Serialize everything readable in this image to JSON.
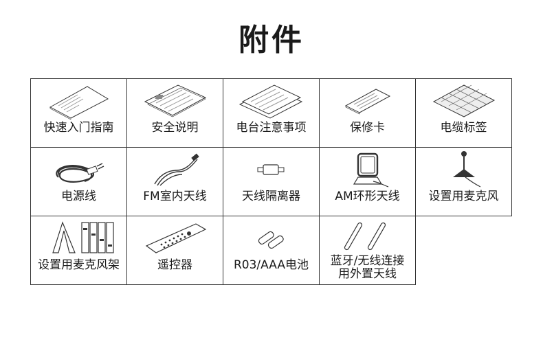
{
  "page": {
    "title": "附件"
  },
  "items": [
    {
      "label": "快速入门指南",
      "icon": "quick-start-guide-icon"
    },
    {
      "label": "安全说明",
      "icon": "safety-instructions-icon"
    },
    {
      "label": "电台注意事项",
      "icon": "radio-notes-icon"
    },
    {
      "label": "保修卡",
      "icon": "warranty-card-icon"
    },
    {
      "label": "电缆标签",
      "icon": "cable-labels-icon"
    },
    {
      "label": "电源线",
      "icon": "power-cord-icon"
    },
    {
      "label": "FM室内天线",
      "icon": "fm-antenna-icon"
    },
    {
      "label": "天线隔离器",
      "icon": "antenna-isolator-icon"
    },
    {
      "label": "AM环形天线",
      "icon": "am-loop-antenna-icon"
    },
    {
      "label": "设置用麦克风",
      "icon": "setup-microphone-icon"
    },
    {
      "label": "设置用麦克风架",
      "icon": "microphone-stand-icon"
    },
    {
      "label": "遥控器",
      "icon": "remote-control-icon"
    },
    {
      "label": "R03/AAA电池",
      "icon": "batteries-icon"
    },
    {
      "label": "蓝牙/无线连接\n用外置天线",
      "icon": "external-antenna-icon"
    }
  ]
}
